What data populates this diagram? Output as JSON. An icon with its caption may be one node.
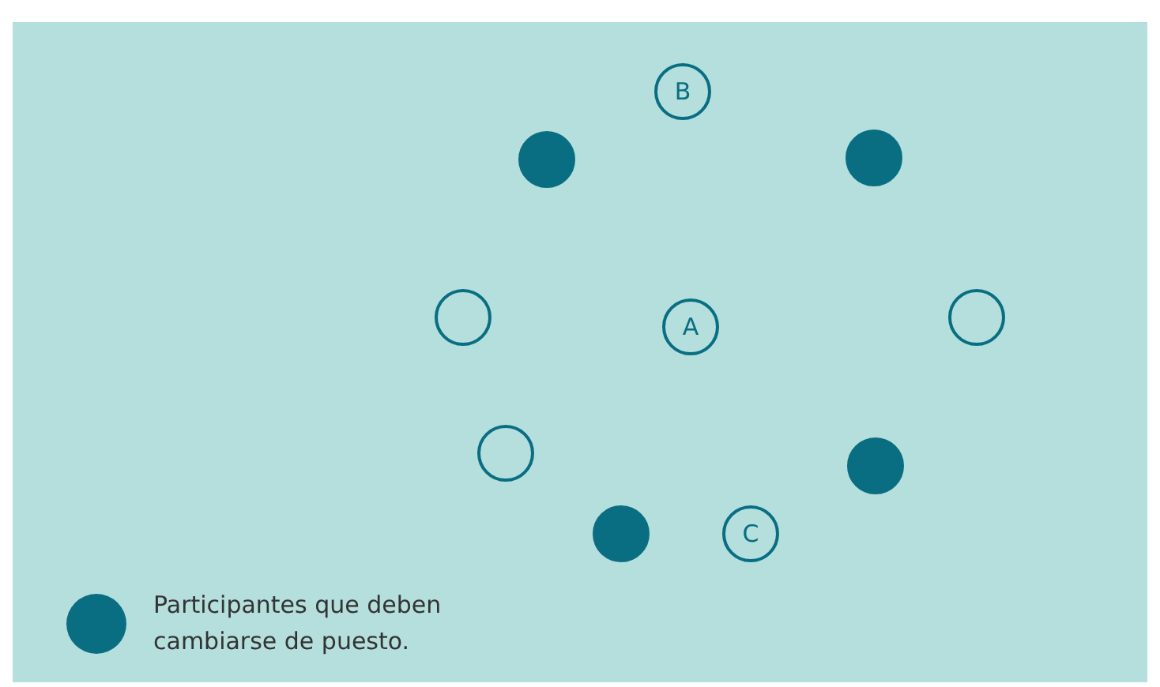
{
  "diagram": {
    "nodes": [
      {
        "text": [
          "B"
        ]
      },
      {
        "text": [],
        "shape": "dot"
      },
      {
        "text": [],
        "shape": "dot"
      },
      {
        "text": [],
        "shape": "circle"
      },
      {
        "text": [
          "A"
        ]
      },
      {
        "text": [],
        "shape": "circle"
      },
      {
        "text": [],
        "shape": "circle"
      },
      {
        "text": [],
        "shape": "dot"
      },
      {
        "text": [],
        "shape": "dot"
      },
      {
        "text": [
          "C"
        ]
      }
    ],
    "legend": [
      {
        "text": "Participantes que deben cambiarse de puesto.",
        "color": "#0a6e82"
      }
    ]
  }
}
